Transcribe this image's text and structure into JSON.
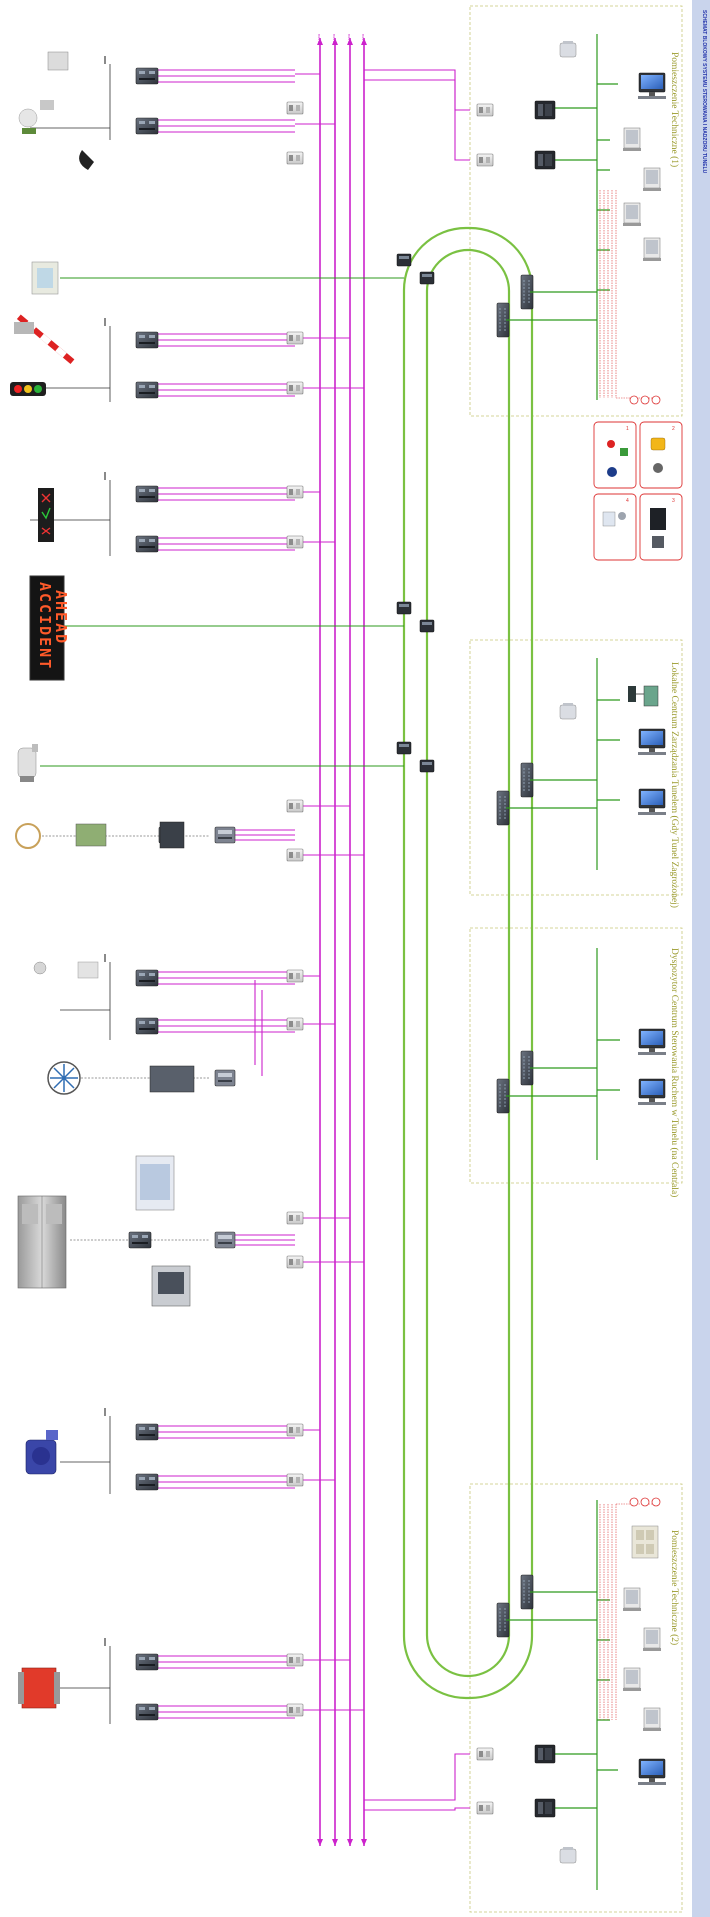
{
  "header": {
    "title": "SCHEMAT BLOKOWY SYSTEMU STEROWANIA I NADZORU TUNELU"
  },
  "zones": [
    {
      "id": "tech1",
      "label": "Pomieszczenie Techniczne (1)"
    },
    {
      "id": "lcs",
      "label": "Lokalne Centrum Zarządzania Tunelem (Gdy Tunel Zagrożonej)"
    },
    {
      "id": "dispatch",
      "label": "Dyspozytor Centrum Sterowania Ruchem w Tunelu (na Centrala)"
    },
    {
      "id": "tech2",
      "label": "Pomieszczenie Techniczne (2)"
    }
  ],
  "vms": {
    "line1": "ACCIDENT",
    "line2": "AHEAD"
  },
  "colors": {
    "bus": "#cc22cc",
    "network": "#2e9a1e",
    "ring": "#7ac142",
    "zone_border": "#c8c87a",
    "legend_border": "#dd3333",
    "accent_panel": "#c9d4ec"
  },
  "legend_numbers": [
    "1",
    "2",
    "3",
    "4"
  ]
}
